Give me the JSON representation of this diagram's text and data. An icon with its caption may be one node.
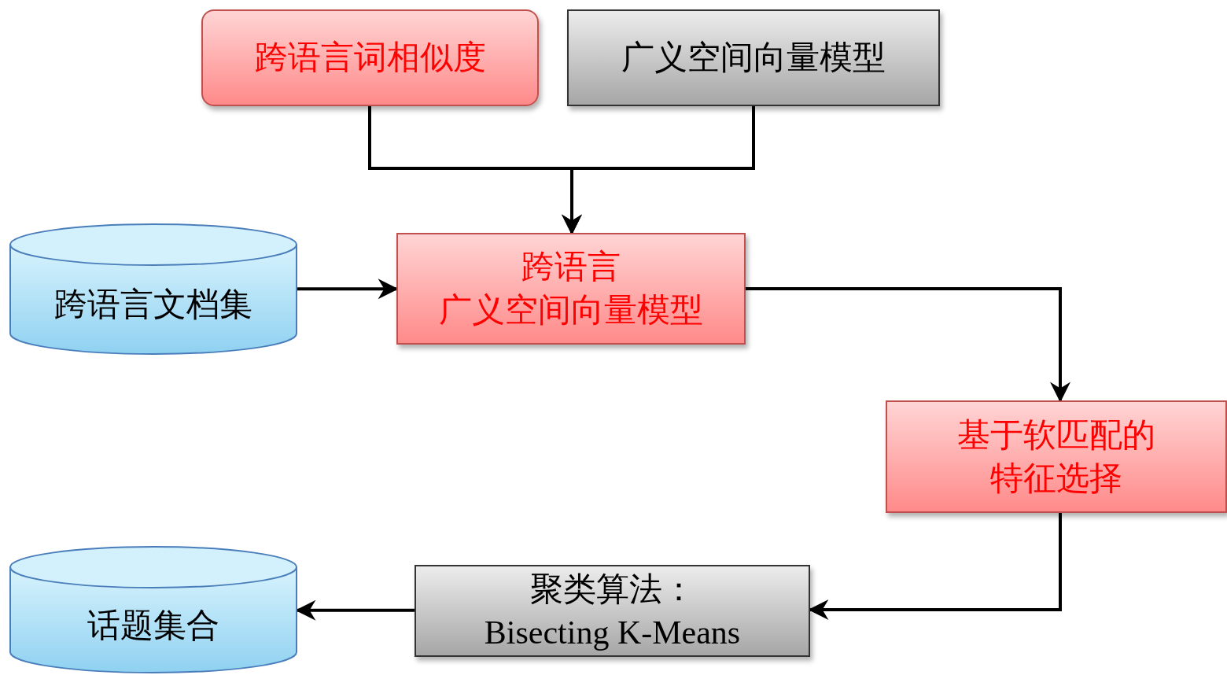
{
  "diagram": {
    "nodes": [
      {
        "text": [
          "跨语言词相似度"
        ]
      },
      {
        "text": [
          "广义空间向量模型"
        ]
      },
      {
        "text": [
          "跨语言文档集"
        ]
      },
      {
        "text": [
          "跨语言",
          "广义空间向量模型"
        ]
      },
      {
        "text": [
          "基于软匹配的特征选择"
        ]
      },
      {
        "text": [
          "聚类算法：",
          "Bisecting K-Means"
        ]
      },
      {
        "text": [
          "话题集合"
        ]
      }
    ],
    "edges": [
      {
        "from": 0,
        "to": 3,
        "arrow": "to"
      },
      {
        "from": 1,
        "to": 3,
        "arrow": "to"
      },
      {
        "from": 2,
        "to": 3,
        "arrow": "to"
      },
      {
        "from": 3,
        "to": 4,
        "arrow": "to"
      },
      {
        "from": 4,
        "to": 5,
        "arrow": "to"
      },
      {
        "from": 5,
        "to": 6,
        "arrow": "to"
      }
    ]
  }
}
